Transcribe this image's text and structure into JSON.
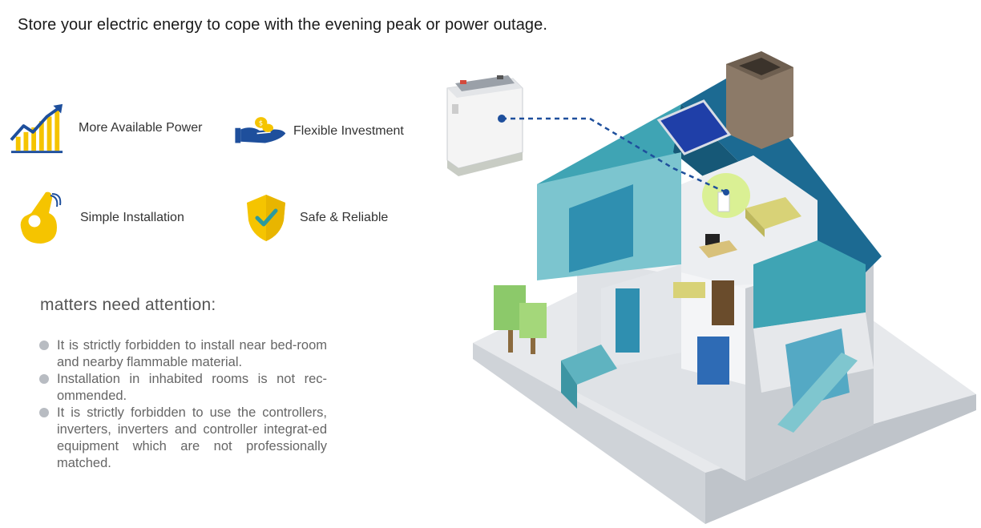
{
  "headline": "Store your electric energy to cope with the evening peak or power outage.",
  "features": [
    {
      "label": "More Available Power",
      "icon": "growth-chart-icon"
    },
    {
      "label": "Flexible Investment",
      "icon": "hand-coins-icon"
    },
    {
      "label": "Simple Installation",
      "icon": "ok-hand-icon"
    },
    {
      "label": "Safe & Reliable",
      "icon": "shield-check-icon"
    }
  ],
  "attention": {
    "title": "matters need attention:",
    "items": [
      "It is strictly forbidden to install near bed-room  and  nearby flammable material.",
      "Installation in inhabited rooms is not rec-ommended.",
      "It is strictly forbidden to use the controllers, inverters, inverters and controller integrat-ed equipment which are not professionally matched."
    ]
  },
  "colors": {
    "accent_yellow": "#f5c400",
    "brand_blue": "#1e4f9c",
    "roof_blue": "#1c6a92",
    "teal": "#3fa4b4"
  }
}
